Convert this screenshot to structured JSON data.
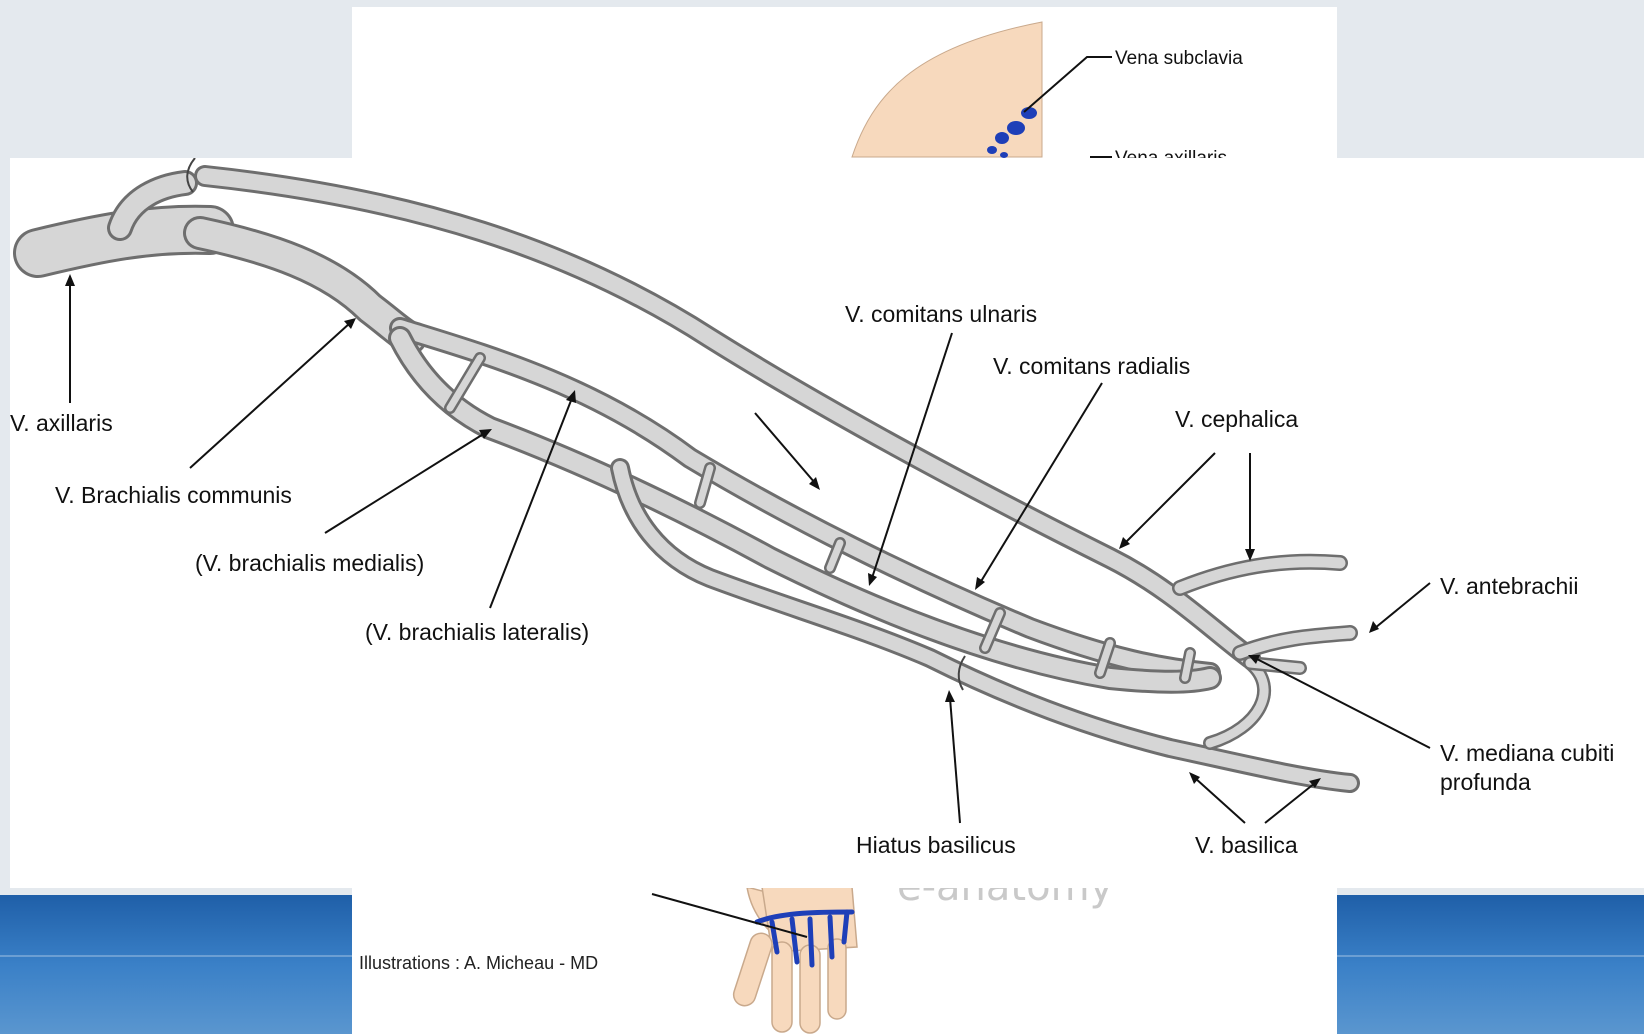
{
  "back_figure": {
    "labels": {
      "vena_subclavia": "Vena subclavia",
      "vena_axillaris": "Vena axillaris"
    },
    "credit": "Illustrations : A. Micheau - MD",
    "watermark": "e-anatomy"
  },
  "front_figure": {
    "labels": {
      "axillaris": "V. axillaris",
      "brachialis_communis": "V. Brachialis communis",
      "brachialis_medialis": "(V. brachialis medialis)",
      "brachialis_lateralis": "(V. brachialis lateralis)",
      "comitans_ulnaris": "V. comitans ulnaris",
      "comitans_radialis": "V. comitans radialis",
      "cephalica": "V. cephalica",
      "antebrachii": "V. antebrachii",
      "mediana_cubiti_1": "V. mediana cubiti",
      "mediana_cubiti_2": "profunda",
      "hiatus_basilicus": "Hiatus basilicus",
      "basilica": "V. basilica"
    }
  },
  "colors": {
    "skin": "#f7d9bd",
    "vein_blue": "#1e3fb8",
    "vein_gray": "#d6d6d6",
    "band_blue": "#2f6fb6"
  }
}
